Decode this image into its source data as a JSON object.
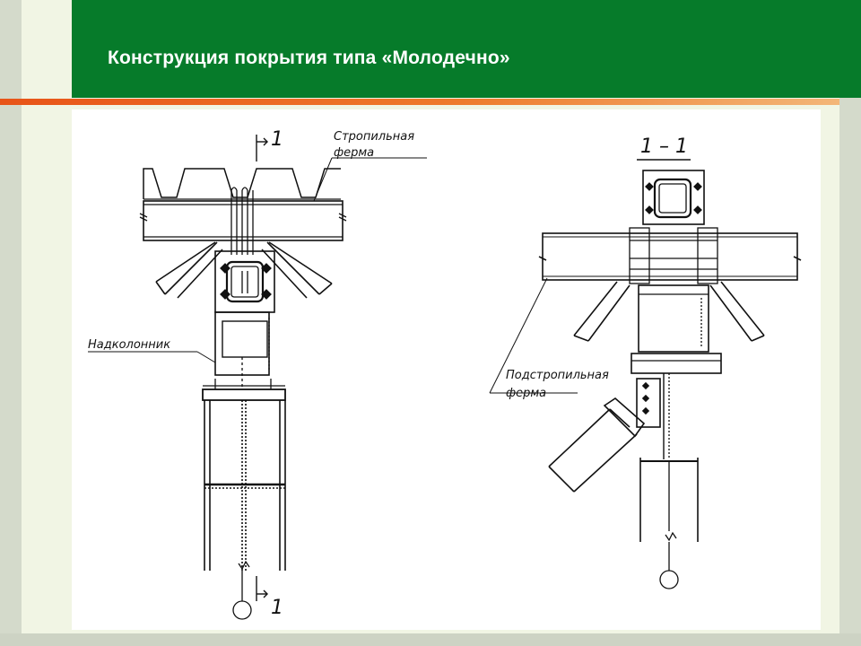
{
  "slide": {
    "title": "Конструкция покрытия типа «Молодечно»"
  },
  "drawing": {
    "label_rafter_truss_line1": "Стропильная",
    "label_rafter_truss_line2": "ферма",
    "label_column_extension": "Надколонник",
    "label_sub_truss_line1": "Подстропильная",
    "label_sub_truss_line2": "ферма",
    "section_mark_top": "1",
    "section_mark_bottom": "1",
    "section_title": "1 – 1"
  },
  "colors": {
    "header_green": "#067b2a",
    "accent_orange": "#e85418",
    "title_text": "#ffffff",
    "drawing_ink": "#111111"
  }
}
